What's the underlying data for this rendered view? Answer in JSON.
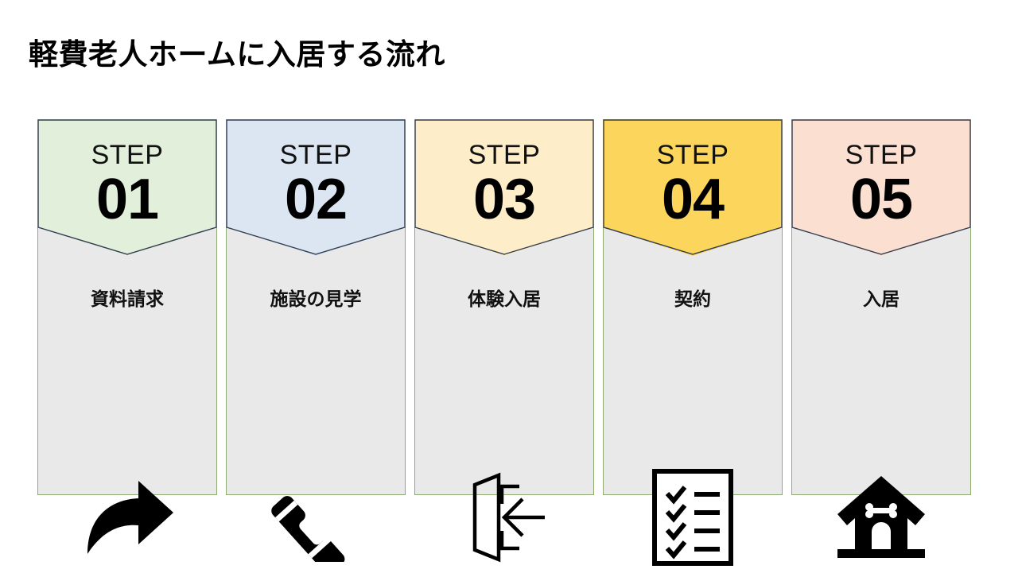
{
  "slide": {
    "title": "軽費老人ホームに入居する流れ",
    "background": "#ffffff"
  },
  "steps": [
    {
      "step_word": "STEP",
      "number": "01",
      "label": "資料請求",
      "banner_color": "#e2efda",
      "body_color": "#e9e9e9",
      "border_color": "#8faa73",
      "icon": "curved-forward-arrow-icon"
    },
    {
      "step_word": "STEP",
      "number": "02",
      "label": "施設の見学",
      "banner_color": "#dce6f2",
      "body_color": "#e9e9e9",
      "border_color": "#8faa73",
      "icon": "telephone-handset-icon"
    },
    {
      "step_word": "STEP",
      "number": "03",
      "label": "体験入居",
      "banner_color": "#fdeec9",
      "body_color": "#e9e9e9",
      "border_color": "#8faa73",
      "icon": "door-enter-icon"
    },
    {
      "step_word": "STEP",
      "number": "04",
      "label": "契約",
      "banner_color": "#fcd65c",
      "body_color": "#e9e9e9",
      "border_color": "#8faa73",
      "icon": "checklist-document-icon"
    },
    {
      "step_word": "STEP",
      "number": "05",
      "label": "入居",
      "banner_color": "#fbe0d2",
      "body_color": "#e9e9e9",
      "border_color": "#8faa73",
      "icon": "house-with-bone-icon"
    }
  ],
  "colors": {
    "banner_outline": "#2f3b4f",
    "card_border": "#8faa73",
    "text": "#000000",
    "card_body": "#e9e9e9"
  }
}
